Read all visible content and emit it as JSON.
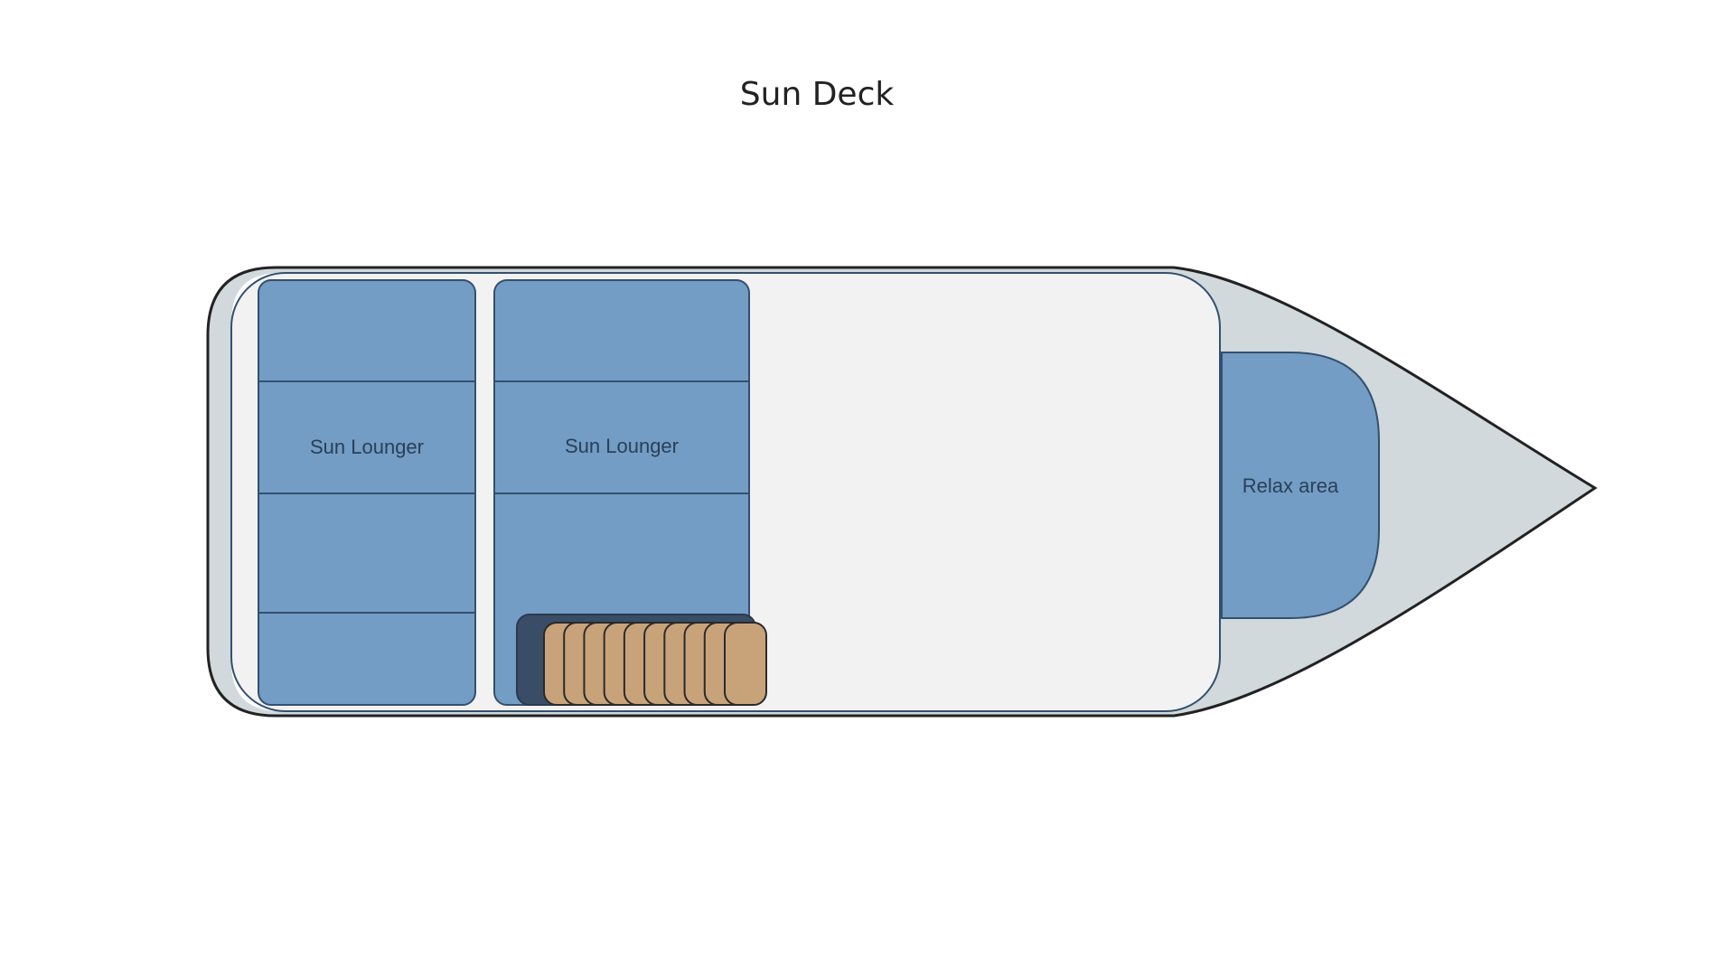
{
  "title": "Sun Deck",
  "areas": {
    "lounger_1": "Sun Lounger",
    "lounger_2": "Sun Lounger",
    "relax": "Relax area"
  },
  "stairs": {
    "steps": 10
  },
  "colors": {
    "hull": "#d1d9dd",
    "deck": "#f2f2f2",
    "cushion": "#739dc4",
    "outline": "#34506e",
    "stair_step": "#c8a37a",
    "stair_base": "#3a4d66"
  }
}
